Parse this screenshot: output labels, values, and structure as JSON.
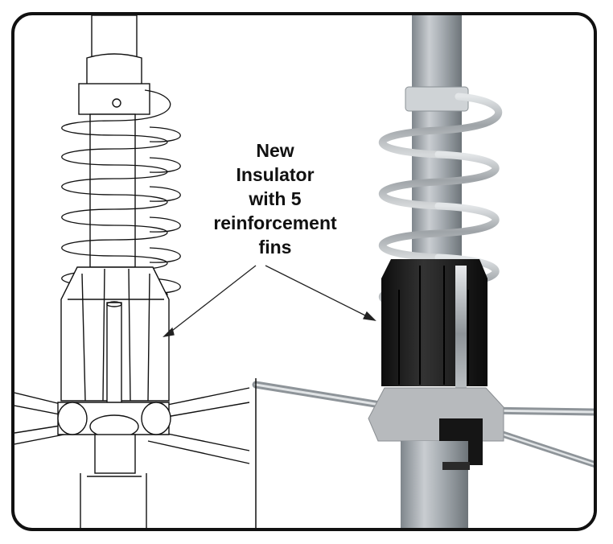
{
  "callout": {
    "lines": [
      "New",
      "Insulator",
      "with 5",
      "reinforcement",
      "fins"
    ]
  },
  "colors": {
    "frame": "#111111",
    "line_art": "#111111",
    "metal_tube": "#9aa0a5",
    "steel_coil": "#b8bcbf",
    "insulator": "#1b1b1b",
    "background": "#ffffff"
  }
}
